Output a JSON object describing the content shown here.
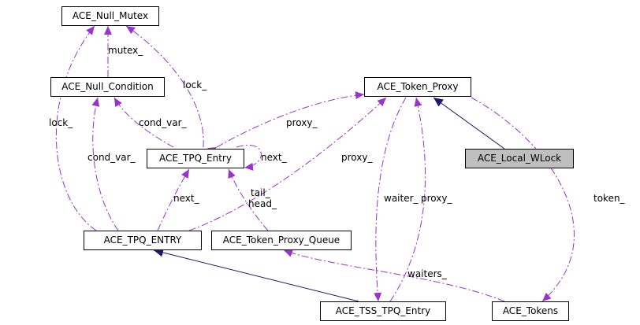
{
  "nodes": {
    "null_mutex": "ACE_Null_Mutex",
    "null_condition": "ACE_Null_Condition",
    "token_proxy": "ACE_Token_Proxy",
    "local_wlock": "ACE_Local_WLock",
    "tpq_entry": "ACE_TPQ_Entry",
    "tpq_entry_upper": "ACE_TPQ_ENTRY",
    "token_proxy_queue": "ACE_Token_Proxy_Queue",
    "tss_tpq_entry": "ACE_TSS_TPQ_Entry",
    "tokens": "ACE_Tokens"
  },
  "edge_labels": {
    "mutex": "mutex_",
    "lock_left": "lock_",
    "lock_mid": "lock_",
    "cond_var_top": "cond_var_",
    "cond_var_left": "cond_var_",
    "proxy_top": "proxy_",
    "next_self": "next_",
    "proxy_mid": "proxy_",
    "tail": "tail_",
    "head": "head_",
    "next_lower": "next_",
    "waiter": "waiter_",
    "proxy_right": "proxy_",
    "token": "token_",
    "waiters": "waiters_"
  },
  "colors": {
    "usage_edge": "#9a32cd",
    "inheritance_edge": "#191970",
    "highlight_node": "#bfbfbf"
  }
}
